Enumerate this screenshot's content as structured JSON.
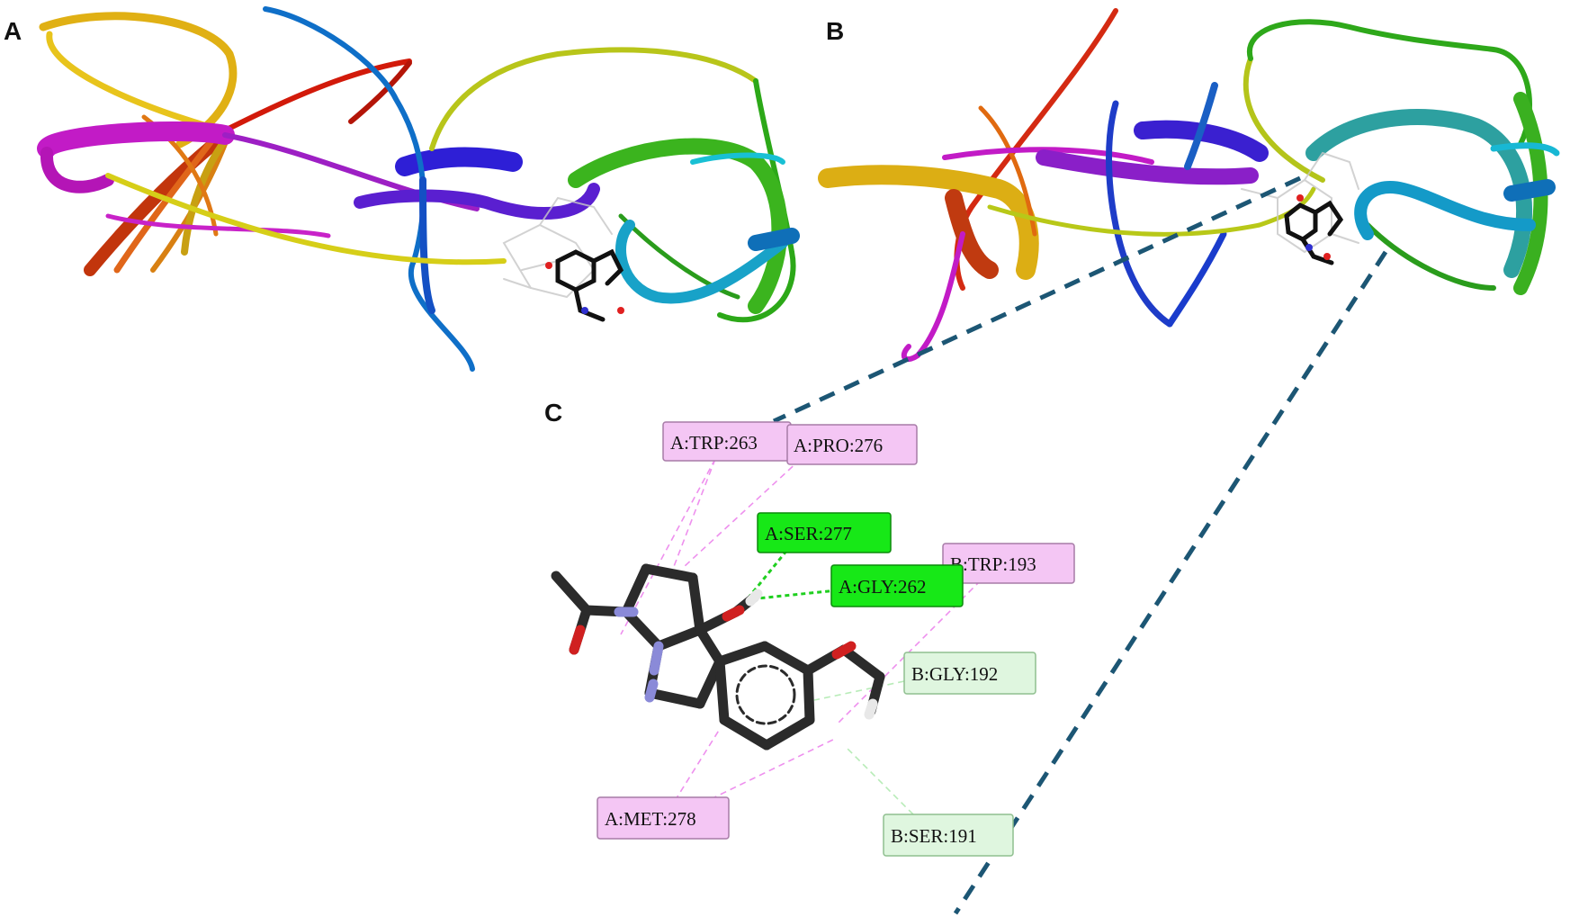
{
  "panels": {
    "a": {
      "letter": "A"
    },
    "b": {
      "letter": "B"
    },
    "c": {
      "letter": "C"
    }
  },
  "legend_colors": {
    "pi_interaction": "#f4c6f4",
    "hydrogen_bond": "#17e817",
    "carbon_hydrogen_bond": "#dff6df",
    "zoom_line": "#1c5674"
  },
  "residues": [
    {
      "id": "trp263",
      "label": "A:TRP:263",
      "kind": "pi"
    },
    {
      "id": "pro276",
      "label": "A:PRO:276",
      "kind": "pi"
    },
    {
      "id": "ser277",
      "label": "A:SER:277",
      "kind": "hbond"
    },
    {
      "id": "trp193",
      "label": "B:TRP:193",
      "kind": "pi"
    },
    {
      "id": "gly262",
      "label": "A:GLY:262",
      "kind": "hbond"
    },
    {
      "id": "gly192",
      "label": "B:GLY:192",
      "kind": "ch"
    },
    {
      "id": "met278",
      "label": "A:MET:278",
      "kind": "pi"
    },
    {
      "id": "ser191",
      "label": "B:SER:191",
      "kind": "ch"
    }
  ]
}
